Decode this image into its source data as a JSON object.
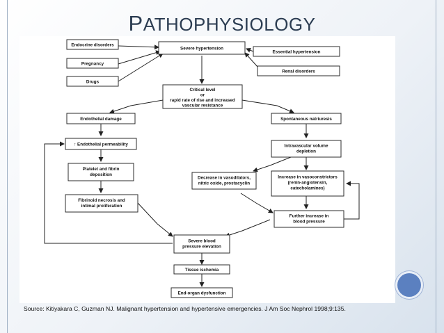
{
  "title": {
    "first": "P",
    "rest": "ATHOPHYSIOLOGY"
  },
  "source": "Source: Kitiyakara C, Guzman NJ. Malignant hypertension and hypertensive emergencies. J Am Soc Nephrol 1998;9:135.",
  "boxes": {
    "endocrine": "Endocrine disorders",
    "pregnancy": "Pregnancy",
    "drugs": "Drugs",
    "severe_htn": "Severe hypertension",
    "essential": "Essential hypertension",
    "renal": "Renal disorders",
    "critical": [
      "Critical level",
      "or",
      "rapid rate of rise and increased",
      "vascular resistance"
    ],
    "endothelial_damage": "Endothelial damage",
    "natriuresis": "Spontaneous natriuresis",
    "permeability": "↑ Endothelial permeability",
    "volume_depletion": [
      "Intravascular volume",
      "depletion"
    ],
    "platelet": [
      "Platelet and fibrin",
      "deposition"
    ],
    "vasodilators": [
      "Decrease in vasodilators,",
      "nitric oxide, prostacyclin"
    ],
    "vasoconstrictors": [
      "Increase in vasoconstrictors",
      "(renin-angiotensin,",
      "catecholamines)"
    ],
    "fibrinoid": [
      "Fibrinoid necrosis and",
      "intimal proliferation"
    ],
    "further_bp": [
      "Further increase in",
      "blood pressure"
    ],
    "severe_bp": [
      "Severe blood",
      "pressure elevation"
    ],
    "ischemia": "Tissue ischemia",
    "organ": "End-organ dysfunction"
  }
}
